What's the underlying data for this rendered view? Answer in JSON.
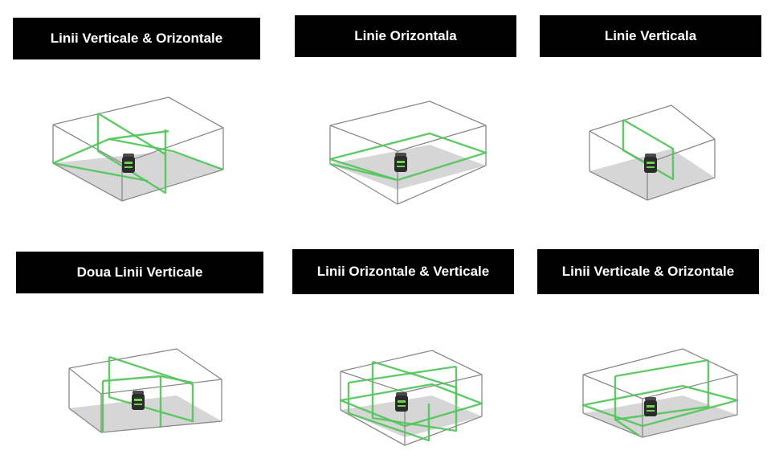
{
  "colors": {
    "title_background": "#000000",
    "title_text": "#ffffff",
    "laser_line": "#53c65a",
    "room_edge": "#8a8a8a",
    "floor": "#d6d6d6",
    "device": "#2b2b2b"
  },
  "panels": [
    {
      "title": "Linii Verticale & Orizontale",
      "icon": "laser-level-device-icon"
    },
    {
      "title": "Linie Orizontala",
      "icon": "laser-level-device-icon"
    },
    {
      "title": "Linie Verticala",
      "icon": "laser-level-device-icon"
    },
    {
      "title": "Doua Linii Verticale",
      "icon": "laser-level-device-icon"
    },
    {
      "title": "Linii Orizontale & Verticale",
      "icon": "laser-level-device-icon"
    },
    {
      "title": "Linii Verticale & Orizontale",
      "icon": "laser-level-device-icon"
    }
  ]
}
